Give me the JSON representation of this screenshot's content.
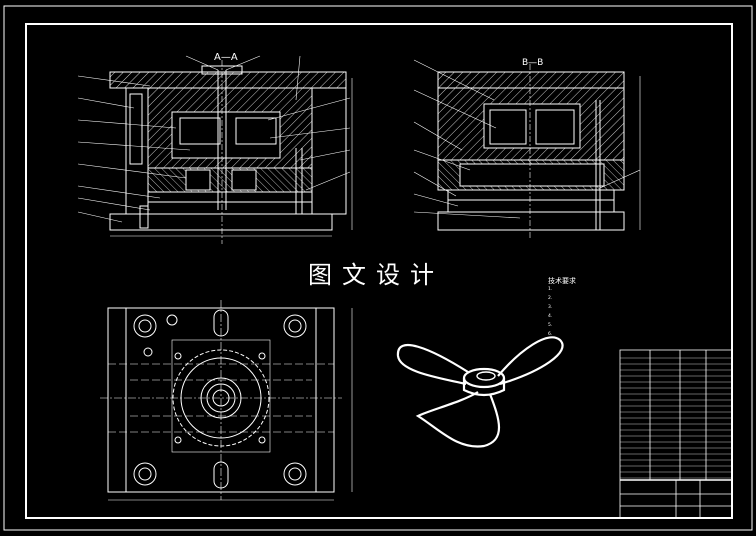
{
  "drawing": {
    "watermark": "图文设计",
    "section_a_label": "A—A",
    "section_b_label": "B—B",
    "tech_notes_title": "技术要求",
    "tech_notes": [
      "1.",
      "2.",
      "3.",
      "4.",
      "5.",
      "6."
    ]
  },
  "colors": {
    "background": "#000000",
    "lines": "#ffffff"
  }
}
